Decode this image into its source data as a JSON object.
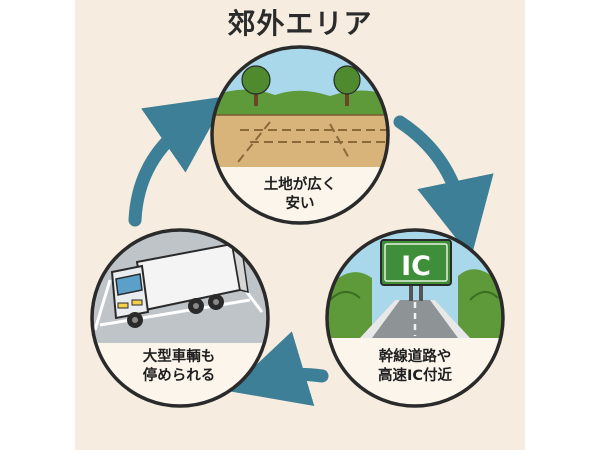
{
  "title": "郊外エリア",
  "nodes": {
    "land": {
      "line1": "土地が広く",
      "line2": "安い"
    },
    "highway": {
      "line1": "幹線道路や",
      "line2": "高速IC付近",
      "sign": "IC"
    },
    "truck": {
      "line1": "大型車輌も",
      "line2": "停められる"
    }
  },
  "colors": {
    "background": "#f6ecdf",
    "arrow": "#3d7f97",
    "border": "#2a2a2a",
    "sky": "#a9d8ea",
    "grass": "#5e9a3a",
    "dirt": "#d8b47a",
    "sign": "#3f8f3a"
  }
}
